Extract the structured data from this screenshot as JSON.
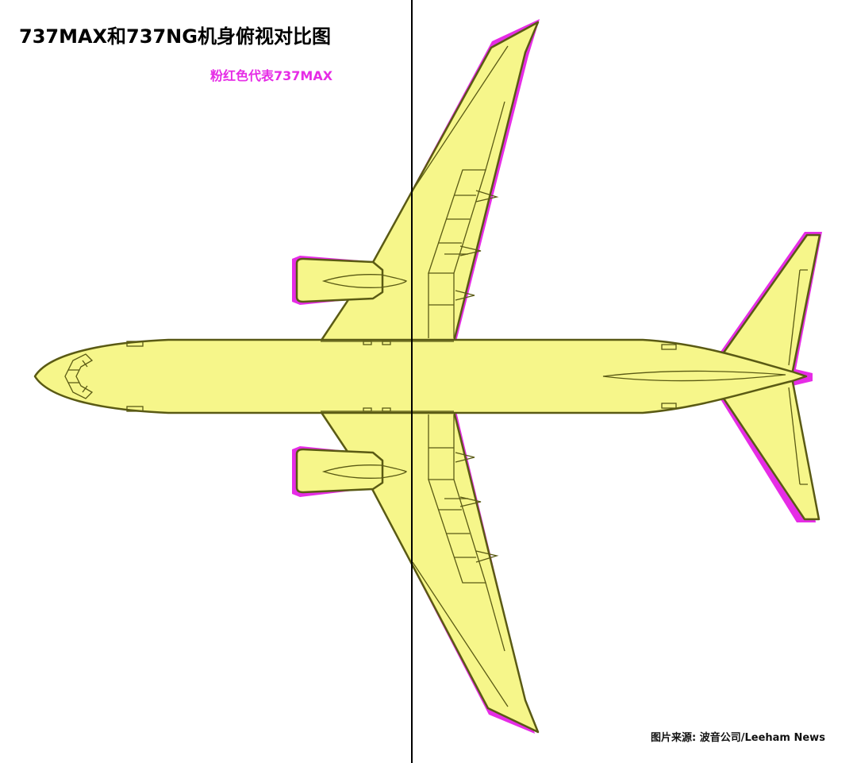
{
  "title": "737MAX和737NG机身俯视对比图",
  "legend": "粉红色代表737MAX",
  "source": "图片来源: 波音公司/Leeham News",
  "colors": {
    "ng_fill": "#f6f68a",
    "outline": "#5a5a14",
    "max_overlay": "#e62ce6",
    "reference_line": "#000000"
  }
}
